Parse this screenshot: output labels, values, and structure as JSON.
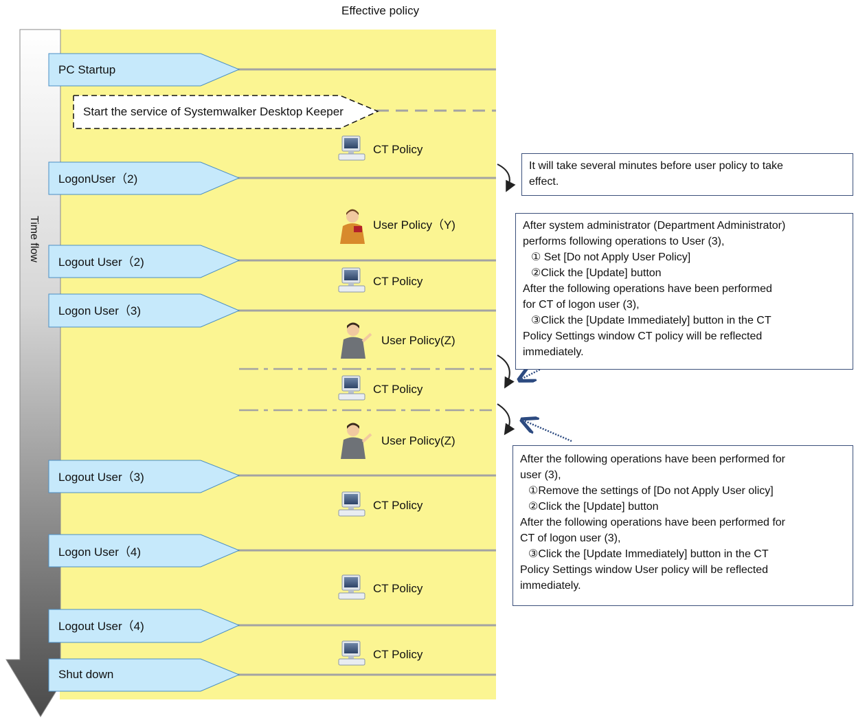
{
  "title": "Effective policy",
  "time_flow": "Time flow",
  "events": {
    "pc_startup": "PC Startup",
    "start_service": "Start the service of Systemwalker Desktop Keeper",
    "logon_user_2": "LogonUser（2)",
    "logout_user_2": "Logout User（2)",
    "logon_user_3": "Logon User（3)",
    "logout_user_3": "Logout User（3)",
    "logon_user_4": "Logon User（4)",
    "logout_user_4": "Logout User（4)",
    "shut_down": "Shut down"
  },
  "policies": {
    "ct_1": "CT Policy",
    "user_y": "User Policy（Y)",
    "ct_2": "CT Policy",
    "user_z_1": "User Policy(Z)",
    "ct_3": "CT Policy",
    "user_z_2": "User Policy(Z)",
    "ct_4": "CT Policy",
    "ct_5": "CT Policy",
    "ct_6": "CT Policy"
  },
  "notes": {
    "note1": [
      "It  will take several minutes before user policy to take",
      "effect."
    ],
    "note2": [
      "After system administrator (Department  Administrator)",
      "performs following operations to User (3),",
      "① Set [Do not Apply User Policy]",
      "②Click the [Update] button",
      "After the following operations have been  performed",
      "for CT of logon user (3),",
      "③Click the [Update Immediately]  button in the CT",
      " Policy  Settings window CT policy will be reflected",
      "immediately."
    ],
    "note3": [
      "After the following operations have been performed for",
      "user (3),",
      "①Remove the settings of [Do not Apply User olicy]",
      "②Click the [Update] button",
      "After the following operations have been performed for",
      "CT of logon user (3),",
      "③Click the [Update Immediately]  button in the CT",
      "Policy  Settings window User policy will be reflected",
      "immediately."
    ]
  },
  "colors": {
    "background_panel": "#fbf592",
    "event_fill": "#c6e9fb",
    "event_stroke": "#4b8fc4",
    "line": "#a3a3a3",
    "note_border": "#3a4f7a",
    "arrow_dots": "#2c4a80"
  }
}
